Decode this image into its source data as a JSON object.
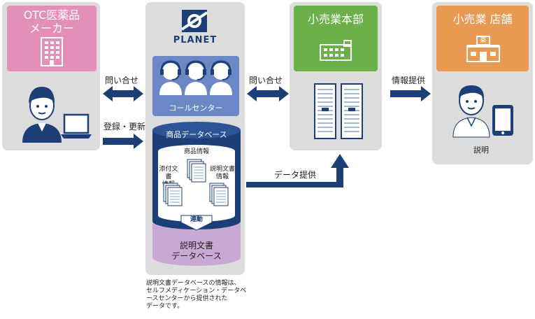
{
  "otc_maker": {
    "title_line1": "OTC医薬品",
    "title_line2": "メーカー"
  },
  "planet": {
    "logo_text": "PLANET",
    "call_center": "コールセンター",
    "product_db": "商品データベース",
    "product_info": "商品情報",
    "package_insert_line1": "添付文書",
    "package_insert_line2": "情報",
    "explanation_doc_line1": "説明文書",
    "explanation_doc_line2": "情報",
    "link_label": "連動",
    "explanation_db_line1": "説明文書",
    "explanation_db_line2": "データベース"
  },
  "retail_hq": {
    "title": "小売業本部"
  },
  "retail_store": {
    "title": "小売業 店舗",
    "caption": "説明",
    "store_sign": "薬"
  },
  "arrows": {
    "inquiry_left": "問い合せ",
    "register_update": "登録・更新",
    "inquiry_right": "問い合せ",
    "data_provision": "データ提供",
    "info_provision": "情報提供"
  },
  "footnote": {
    "line1": "説明文書データベースの情報は、",
    "line2": "セルフメディケーション・データベ",
    "line3": "ースセンターから提供された",
    "line4": "データです。"
  },
  "colors": {
    "navy": "#1d3f78",
    "pink": "#e48fb8",
    "blue_box": "#6b88c4",
    "green": "#6cb04a",
    "orange": "#e99a52",
    "lavender": "#c9a9d3",
    "panel": "#dcdcdc"
  }
}
